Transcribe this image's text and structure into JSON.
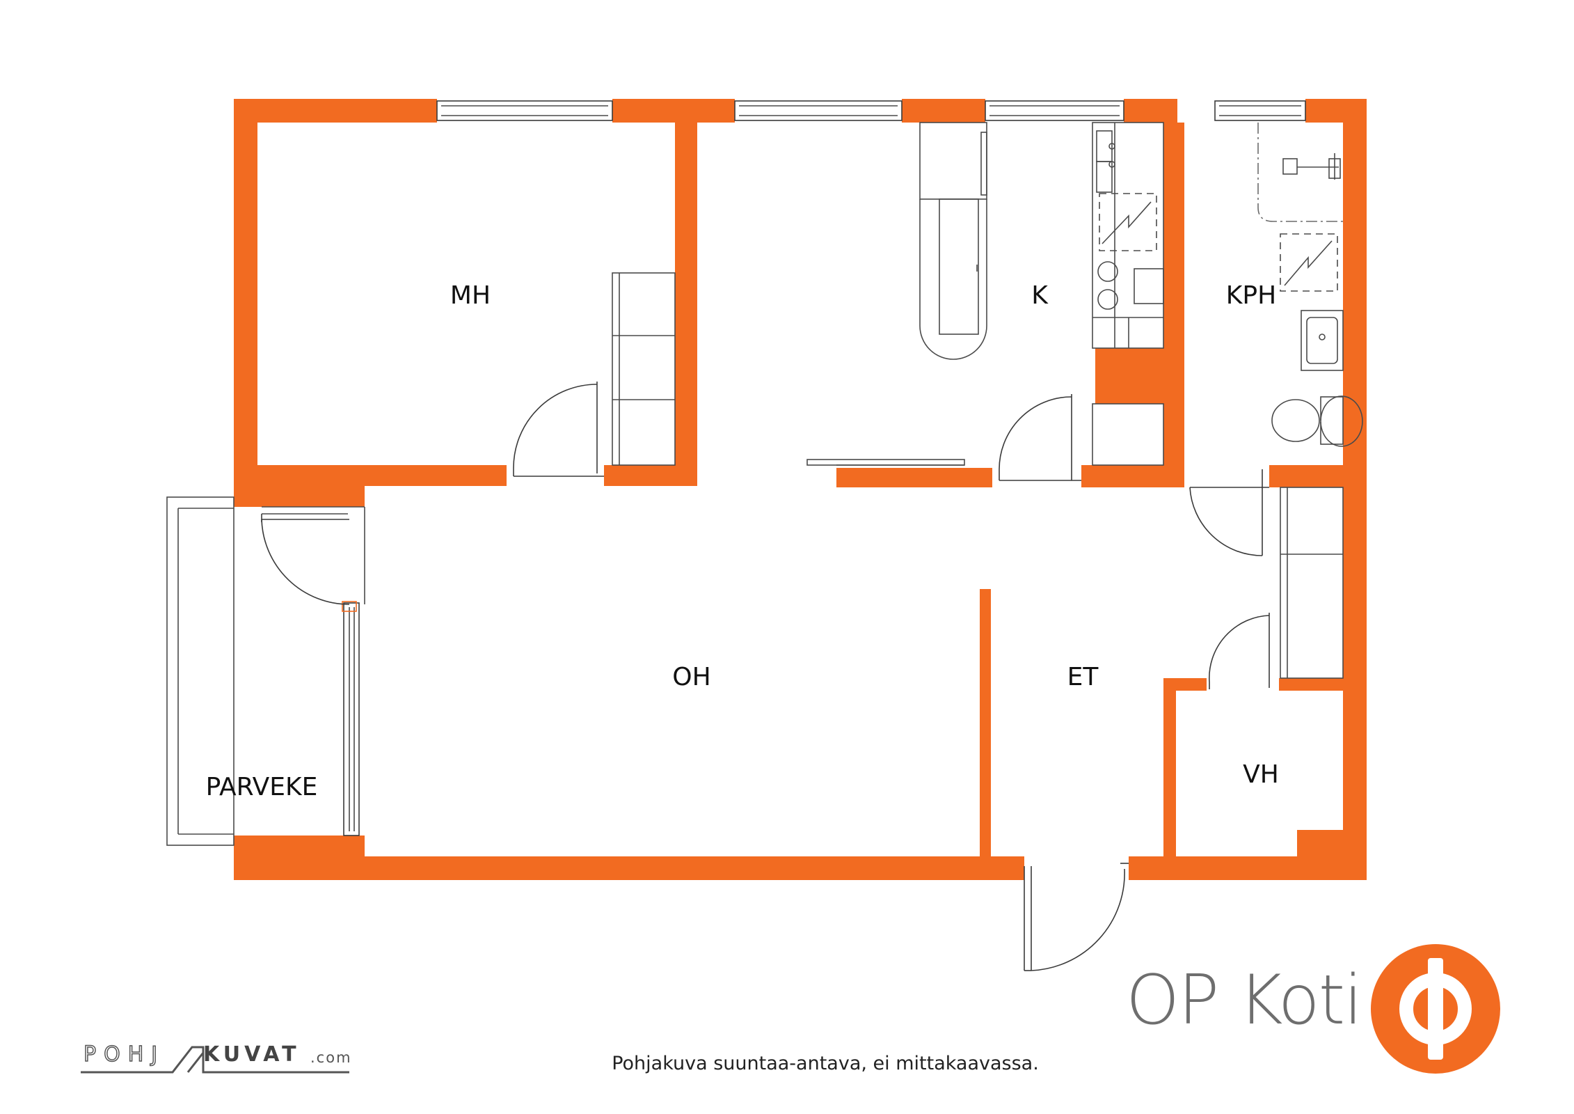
{
  "rooms": {
    "mh": "MH",
    "k": "K",
    "kph": "KPH",
    "oh": "OH",
    "et": "ET",
    "vh": "VH",
    "parveke": "PARVEKE"
  },
  "brand": {
    "name": "OP Koti",
    "color": "#F26B21",
    "text_color": "#6E6E6E"
  },
  "disclaimer": "Pohjakuva suuntaa-antava, ei mittakaavassa.",
  "credit": {
    "left": "POHJ",
    "right": "KUVAT",
    "suffix": ".com"
  },
  "colors": {
    "wall": "#F26B21",
    "line": "#3A3A3A"
  }
}
